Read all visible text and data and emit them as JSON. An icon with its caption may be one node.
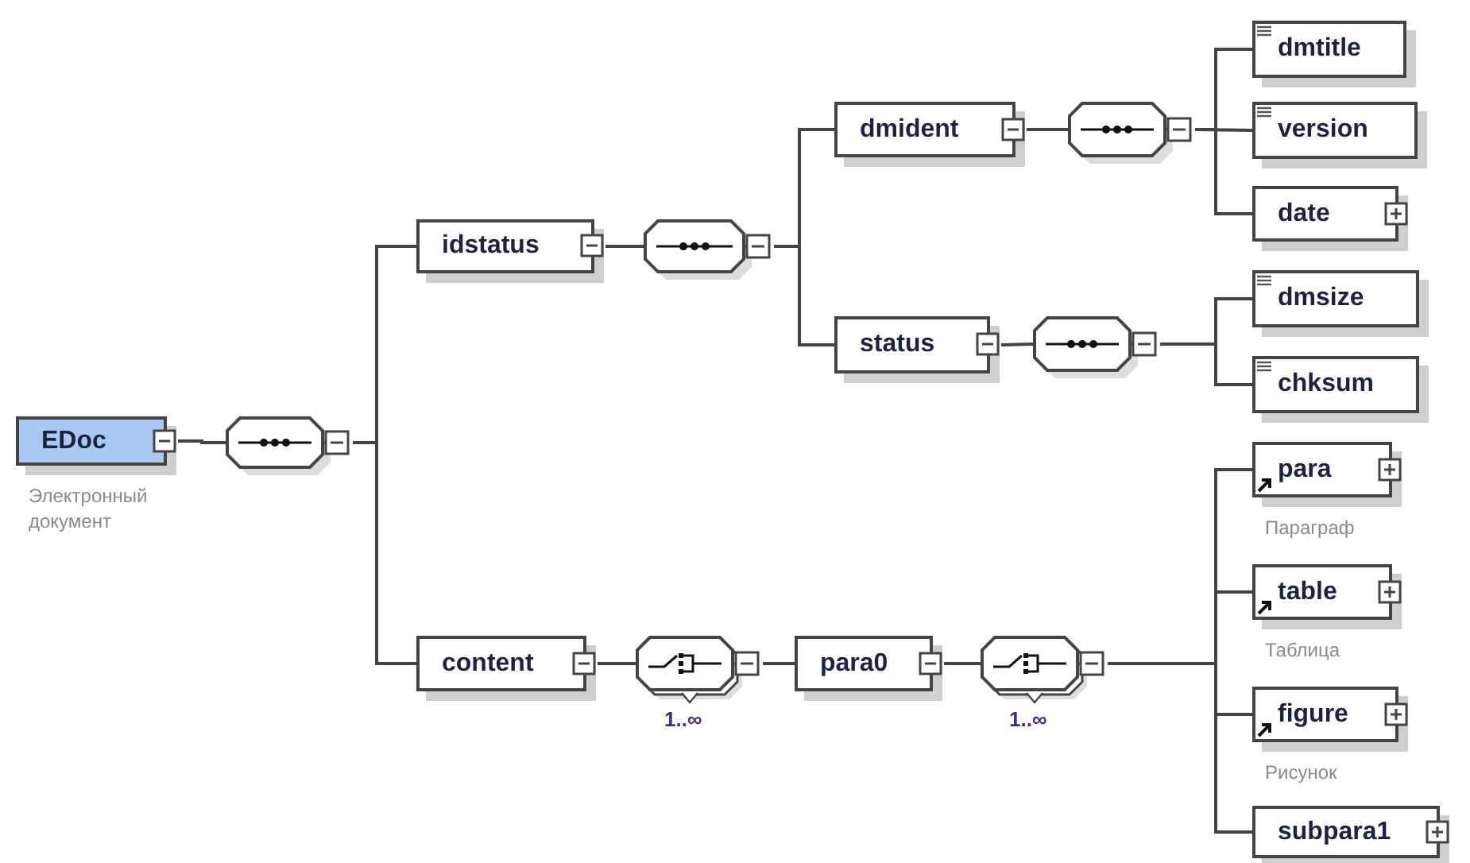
{
  "diagram": {
    "nodes": [
      {
        "text": [
          "EDoc"
        ],
        "beside": [
          "Электронный документ"
        ]
      },
      {
        "text": [],
        "shape": "octagon"
      },
      {
        "text": [
          "idstatus"
        ]
      },
      {
        "text": [],
        "shape": "octagon"
      },
      {
        "text": [
          "dmident"
        ]
      },
      {
        "text": [],
        "shape": "octagon"
      },
      {
        "text": [
          "dmtitle"
        ]
      },
      {
        "text": [
          "version"
        ]
      },
      {
        "text": [
          "date"
        ]
      },
      {
        "text": [
          "status"
        ]
      },
      {
        "text": [],
        "shape": "octagon"
      },
      {
        "text": [
          "dmsize"
        ]
      },
      {
        "text": [
          "chksum"
        ]
      },
      {
        "text": [
          "content"
        ]
      },
      {
        "text": [],
        "shape": "octagon",
        "beside": [
          "1..∞"
        ]
      },
      {
        "text": [
          "para0"
        ]
      },
      {
        "text": [],
        "shape": "octagon",
        "beside": [
          "1..∞"
        ]
      },
      {
        "text": [
          "para"
        ],
        "beside": [
          "Параграф"
        ]
      },
      {
        "text": [
          "table"
        ],
        "beside": [
          "Таблица"
        ]
      },
      {
        "text": [
          "figure"
        ],
        "beside": [
          "Рисунок"
        ]
      },
      {
        "text": [
          "subpara1"
        ]
      }
    ],
    "edges": [
      {
        "from": 0,
        "to": 1,
        "arrow": "none"
      },
      {
        "from": 1,
        "to": 2,
        "arrow": "none"
      },
      {
        "from": 1,
        "to": 13,
        "arrow": "none"
      },
      {
        "from": 2,
        "to": 3,
        "arrow": "none"
      },
      {
        "from": 3,
        "to": 4,
        "arrow": "none"
      },
      {
        "from": 3,
        "to": 9,
        "arrow": "none"
      },
      {
        "from": 4,
        "to": 5,
        "arrow": "none"
      },
      {
        "from": 5,
        "to": 6,
        "arrow": "none"
      },
      {
        "from": 5,
        "to": 7,
        "arrow": "none"
      },
      {
        "from": 5,
        "to": 8,
        "arrow": "none"
      },
      {
        "from": 9,
        "to": 10,
        "arrow": "none"
      },
      {
        "from": 10,
        "to": 11,
        "arrow": "none"
      },
      {
        "from": 10,
        "to": 12,
        "arrow": "none"
      },
      {
        "from": 13,
        "to": 14,
        "arrow": "none"
      },
      {
        "from": 14,
        "to": 15,
        "arrow": "none"
      },
      {
        "from": 15,
        "to": 16,
        "arrow": "none"
      },
      {
        "from": 16,
        "to": 17,
        "arrow": "none"
      },
      {
        "from": 16,
        "to": 18,
        "arrow": "none"
      },
      {
        "from": 16,
        "to": 19,
        "arrow": "none"
      },
      {
        "from": 16,
        "to": 20,
        "arrow": "none"
      }
    ]
  }
}
